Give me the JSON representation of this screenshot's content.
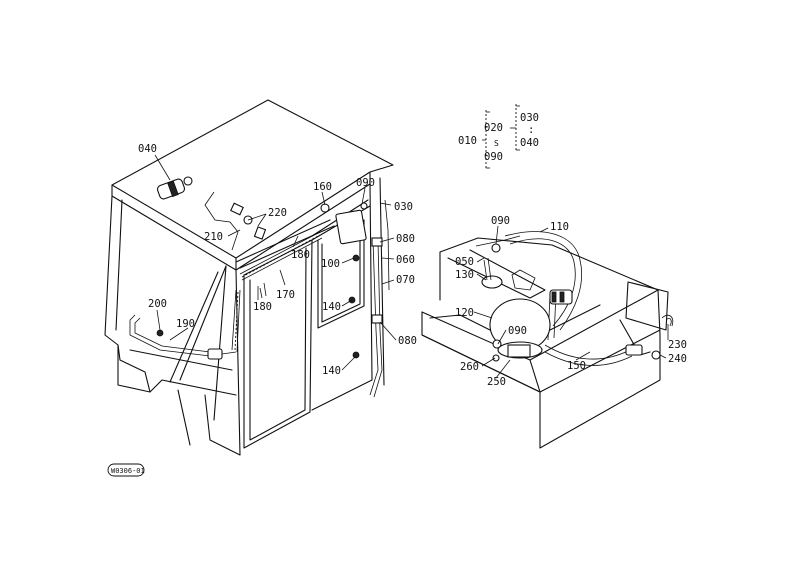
{
  "labels": {
    "p040": "040",
    "p160": "160",
    "p090a": "090",
    "p030": "030",
    "p220": "220",
    "p210": "210",
    "p080a": "080",
    "p100": "100",
    "p060": "060",
    "p070": "070",
    "p170": "170",
    "p180a": "180",
    "p180b": "180",
    "p200": "200",
    "p190": "190",
    "p140a": "140",
    "p140b": "140",
    "p080b": "080",
    "p090b": "090",
    "p110": "110",
    "p050": "050",
    "p130": "130",
    "p120": "120",
    "p090c": "090",
    "p260": "260",
    "p250": "250",
    "p150": "150",
    "p230": "230",
    "p240": "240"
  },
  "legend": {
    "l010": "010",
    "l020": "020",
    "l030": "030",
    "sep_colon": ":",
    "sep_tilde": "S",
    "l040": "040",
    "l090": "090"
  },
  "badge": "W0306-01"
}
